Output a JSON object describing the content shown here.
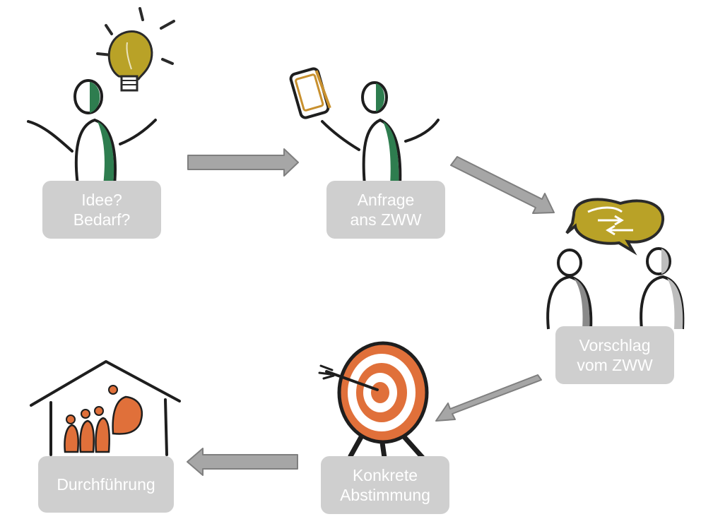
{
  "steps": [
    {
      "id": "idee",
      "lines": [
        "Idee?",
        "Bedarf?"
      ]
    },
    {
      "id": "anfrage",
      "lines": [
        "Anfrage",
        "ans ZWW"
      ]
    },
    {
      "id": "vorschlag",
      "lines": [
        "Vorschlag",
        "vom ZWW"
      ]
    },
    {
      "id": "abstimmung",
      "lines": [
        "Konkrete",
        "Abstimmung"
      ]
    },
    {
      "id": "durchfuehrung",
      "lines": [
        "Durchführung"
      ]
    }
  ],
  "icons": {
    "step1": "lightbulb-person-icon",
    "step2": "smartphone-person-icon",
    "step3": "conversation-people-icon",
    "step4": "target-arrow-icon",
    "step5": "house-group-icon"
  },
  "colors": {
    "box": "#cfcfcf",
    "box_text": "#ffffff",
    "arrow_fill": "#a6a6a6",
    "arrow_stroke": "#7f7f7f",
    "green": "#2e7d4f",
    "olive": "#b9a227",
    "orange": "#e0703a",
    "grey_shade": "#8a8a8a"
  }
}
